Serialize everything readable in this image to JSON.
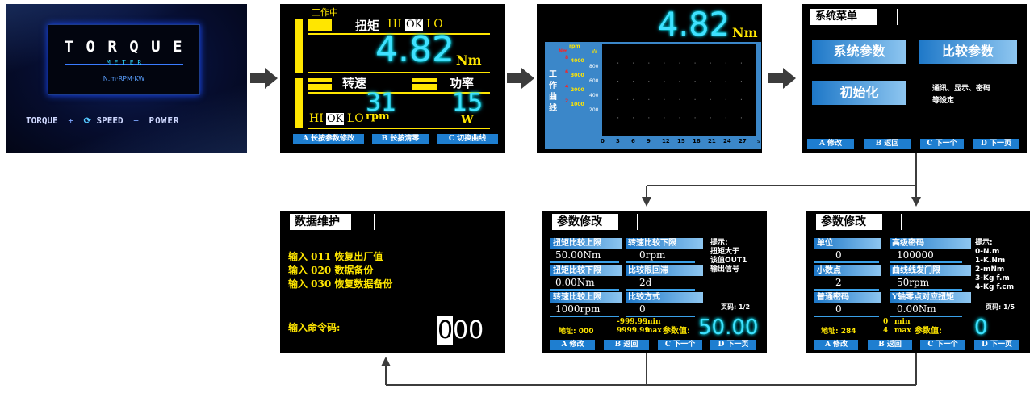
{
  "splash": {
    "logo_title": "T O R Q U E",
    "logo_sub": "M E T E R",
    "units": "N.m·RPM·KW",
    "tagline_torque": "TORQUE",
    "tagline_speed": "SPEED",
    "tagline_power": "POWER",
    "plus": "+"
  },
  "main_screen": {
    "status": "工作中",
    "torque_label": "扭矩",
    "hi": "HI",
    "ok": "OK",
    "lo": "LO",
    "torque_value": "4.82",
    "torque_unit": "Nm",
    "speed_label": "转速",
    "power_label": "功率",
    "speed_value": "31",
    "speed_unit": "rpm",
    "power_value": "15",
    "power_unit": "W",
    "buttons": [
      "A 长按参数修改",
      "B 长按清零",
      "C 切换曲线"
    ]
  },
  "curve_screen": {
    "value": "4.82",
    "unit": "Nm",
    "side_label": [
      "工",
      "作",
      "曲",
      "线"
    ],
    "axis_nm": "Nm",
    "axis_rpm": "rpm",
    "axis_w": "W",
    "nm_ticks": [
      "8",
      "6",
      "4",
      "2"
    ],
    "rpm_ticks": [
      "4000",
      "3000",
      "2000",
      "1000"
    ],
    "w_ticks": [
      "800",
      "600",
      "400",
      "200"
    ],
    "x_ticks": [
      "0",
      "3",
      "6",
      "9",
      "12",
      "15",
      "18",
      "21",
      "24",
      "27"
    ],
    "x_unit": "s"
  },
  "system_menu": {
    "title": "系统菜单",
    "btn_system": "系统参数",
    "btn_compare": "比较参数",
    "btn_init": "初始化",
    "note_line1": "通讯、显示、密码",
    "note_line2": "等设定",
    "buttons": [
      "A 修改",
      "B 返回",
      "C 下一个",
      "D 下一页"
    ]
  },
  "data_maint": {
    "title": "数据维护",
    "lines": [
      "输入 011 恢复出厂值",
      "输入 020 数据备份",
      "输入 030 恢复数据备份"
    ],
    "prompt": "输入命令码:",
    "code_first": "0",
    "code_rest": "00"
  },
  "param_mid": {
    "title": "参数修改",
    "labels": [
      "扭矩比较上限",
      "转速比较下限",
      "扭矩比较下限",
      "比较限回滞",
      "转速比较上限",
      "比较方式"
    ],
    "values": [
      "50.00Nm",
      "0rpm",
      "0.00Nm",
      "2d",
      "1000rpm",
      "0"
    ],
    "hint": [
      "提示:",
      "扭矩大于",
      "该值OUT1",
      "输出信号"
    ],
    "page": "页码: 1/2",
    "addr": "地址: 000",
    "range_lo": "-999.99",
    "range_hi": "9999.99",
    "min": "min",
    "max": "max",
    "pval_label": "参数值:",
    "pval": "50.00",
    "buttons": [
      "A 修改",
      "B 返回",
      "C 下一个",
      "D 下一页"
    ]
  },
  "param_right": {
    "title": "参数修改",
    "labels": [
      "单位",
      "高级密码",
      "小数点",
      "曲线线发门限",
      "普通密码",
      "Y轴零点对应扭矩"
    ],
    "values": [
      "0",
      "100000",
      "2",
      "50rpm",
      "0",
      "0.00Nm"
    ],
    "hint": [
      "提示:",
      "0-N.m",
      "1-K.Nm",
      "2-mNm",
      "3-Kg f.m",
      "4-Kg f.cm"
    ],
    "page": "页码: 1/5",
    "addr": "地址: 284",
    "range_lo": "0",
    "range_hi": "4",
    "min": "min",
    "max": "max",
    "pval_label": "参数值:",
    "pval": "0",
    "buttons": [
      "A 修改",
      "B 返回",
      "C 下一个",
      "D 下一页"
    ]
  },
  "colors": {
    "accent_yellow": "#ffe600",
    "accent_blue": "#1e7ed0",
    "glow_cyan": "#3fe0ff",
    "arrow": "#3c3c3c"
  }
}
